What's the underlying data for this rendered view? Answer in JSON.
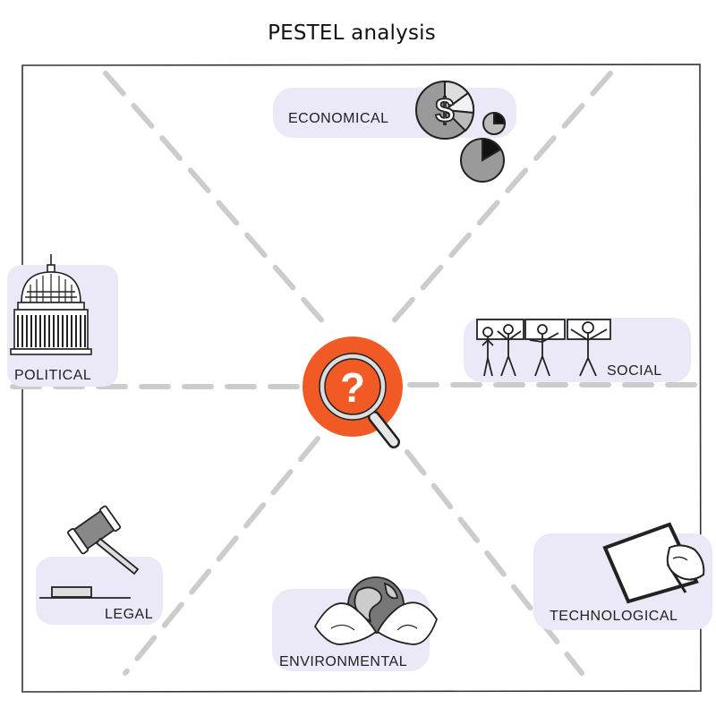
{
  "title": "PESTEL analysis",
  "colors": {
    "accent": "#f15a24",
    "label_bg": "#ebe9f8",
    "frame": "#333333",
    "dashes": "#cccccc"
  },
  "factors": [
    {
      "id": "economical",
      "label": "ECONOMICAL",
      "icon": "pie-chart-dollar-icon"
    },
    {
      "id": "political",
      "label": "POLITICAL",
      "icon": "capitol-building-icon"
    },
    {
      "id": "social",
      "label": "SOCIAL",
      "icon": "people-holding-boards-icon"
    },
    {
      "id": "legal",
      "label": "LEGAL",
      "icon": "gavel-icon"
    },
    {
      "id": "environmental",
      "label": "ENVIRONMENTAL",
      "icon": "hands-holding-globe-icon"
    },
    {
      "id": "technological",
      "label": "TECHNOLOGICAL",
      "icon": "hand-tablet-icon"
    }
  ],
  "center": {
    "icon": "magnifier-question-icon",
    "glyph": "?"
  }
}
